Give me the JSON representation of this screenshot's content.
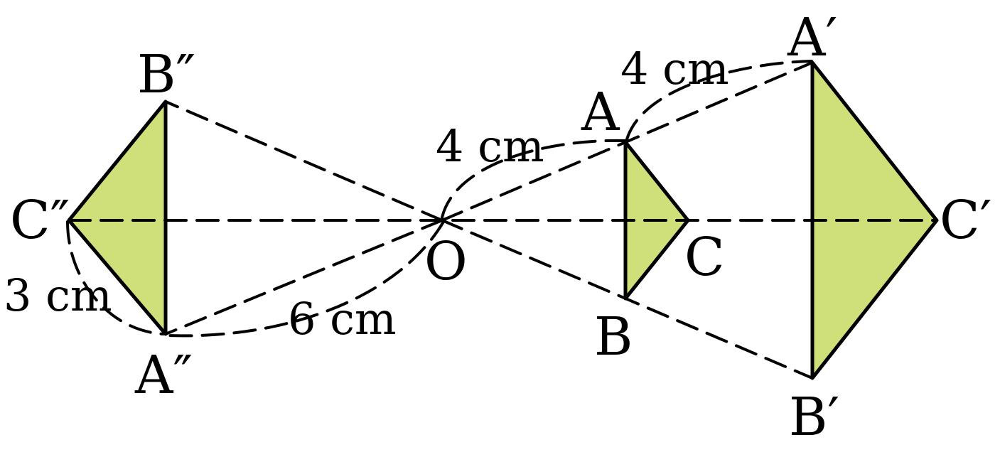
{
  "fill_color": "#cfe07a",
  "stroke_color": "#000000",
  "points": {
    "O": "O",
    "A": "A",
    "B": "B",
    "C": "C",
    "A1": "A′",
    "B1": "B′",
    "C1": "C′",
    "A2": "A″",
    "B2": "B″",
    "C2": "C″"
  },
  "measures": {
    "OA": "4 cm",
    "AA1": "4 cm",
    "OA2": "6 cm",
    "C2A2": "3 cm"
  }
}
